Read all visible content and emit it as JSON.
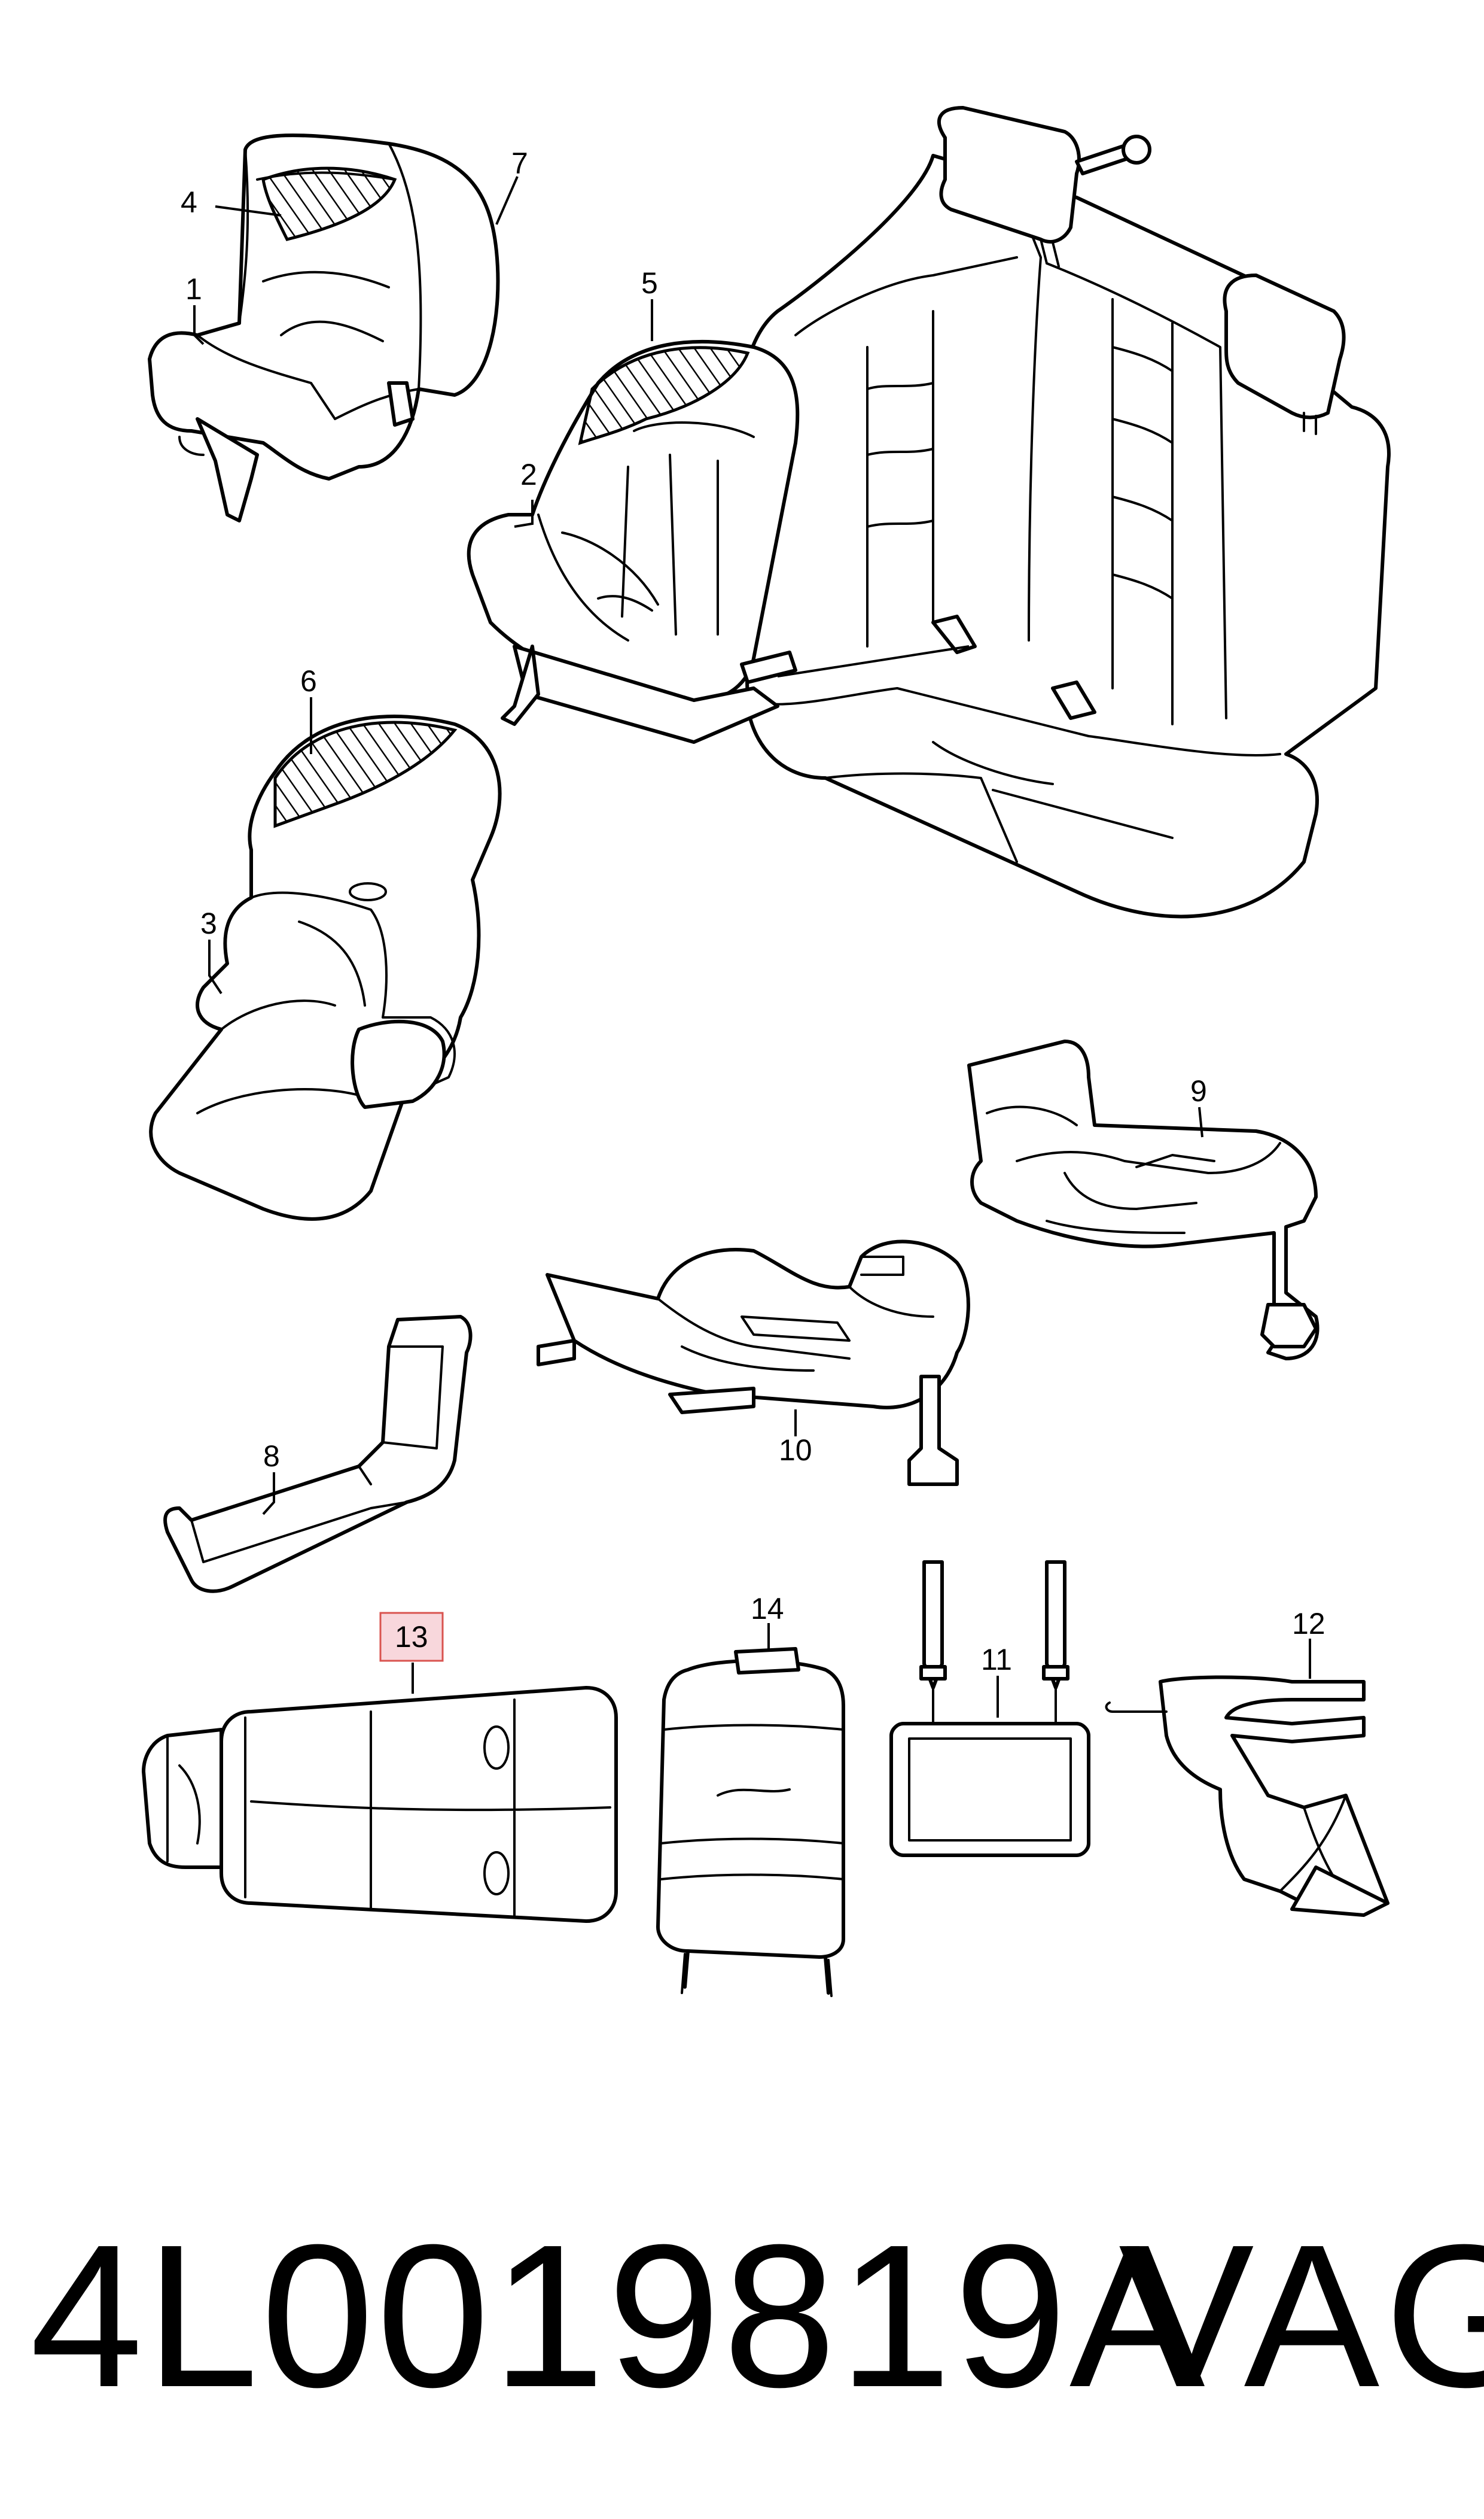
{
  "diagram": {
    "callouts": [
      {
        "id": "1",
        "label": "1"
      },
      {
        "id": "2",
        "label": "2"
      },
      {
        "id": "3",
        "label": "3"
      },
      {
        "id": "4",
        "label": "4"
      },
      {
        "id": "5",
        "label": "5"
      },
      {
        "id": "6",
        "label": "6"
      },
      {
        "id": "7",
        "label": "7"
      },
      {
        "id": "8",
        "label": "8"
      },
      {
        "id": "9",
        "label": "9"
      },
      {
        "id": "10",
        "label": "10"
      },
      {
        "id": "11",
        "label": "11"
      },
      {
        "id": "12",
        "label": "12"
      },
      {
        "id": "13",
        "label": "13",
        "highlighted": true
      },
      {
        "id": "14",
        "label": "14"
      }
    ],
    "highlight_color": "#f8d7dc",
    "highlight_border": "#d9534f"
  },
  "footer": {
    "part_number": "4L0019819A",
    "brand": "VAG"
  }
}
